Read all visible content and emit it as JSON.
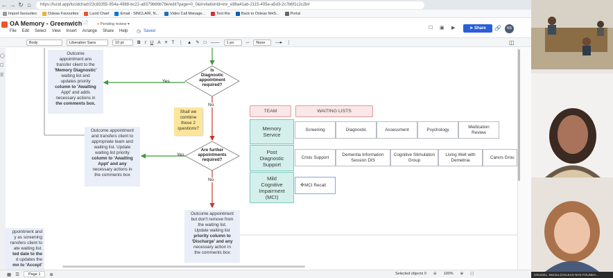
{
  "browser": {
    "url": "https://lucid.app/lucidchart/23c83355-954a-4988-bc22-a8379b66b78e/edit?page=0_0&invitationId=inv_e98a41ab-2115-405e-a5d3-2c7b6f1c2c2b#",
    "bookmarks": [
      "Import favourites",
      "Oxleas Favourites",
      "Lucid Chart",
      "Email - SINCLAIR, N...",
      "Video Call Manage...",
      "Test Rio",
      "Back to Oxleas NHS...",
      "Portal"
    ]
  },
  "app": {
    "title": "OA Memory - Greenwich",
    "status": "Pending review",
    "menu": [
      "File",
      "Edit",
      "Select",
      "View",
      "Insert",
      "Arrange",
      "Share",
      "Help"
    ],
    "saved": "Saved",
    "share_label": "Share",
    "avatar_initials": "NS"
  },
  "toolbar": {
    "style": "Body",
    "font": "Liberation Sans",
    "size": "10 pt",
    "line_width": "1 px",
    "arrow_none": "None"
  },
  "canvas": {
    "note_top": [
      "Outcome",
      "appointment ans",
      "transfer client to the",
      "'Memory Diagnostic'",
      "waiting list and",
      "updates priority",
      "column to 'Awaiting",
      "Appt' and adds",
      "necessary actions in",
      "the comments box."
    ],
    "note_mid": [
      "Outcome appointment",
      "and transfers client to",
      "appropriate team and",
      "waiting list. Update",
      "waiting list priority",
      "column to 'Awaiting",
      "Appt' and any",
      "necessary actions in",
      "the comments box"
    ],
    "note_bottom": [
      "Outcome appointment",
      "but don't remove from",
      "the waiting list.",
      "Update waiting list",
      "priority column to",
      "'Discharge' and any",
      "necessary action in",
      "the comments box"
    ],
    "note_left": [
      "ppointment and",
      "y as screening",
      "ransfers client to",
      "ate waiting list.",
      "ted date to the",
      "d updates the",
      "mn to 'Accept'"
    ],
    "sticky": [
      "Shall we",
      "combine",
      "these 2",
      "questions?"
    ],
    "diamond1": [
      "Is",
      "Diagnostic",
      "appointment",
      "required?"
    ],
    "diamond2": [
      "Are further",
      "appointments",
      "required?"
    ],
    "yes1": "Yes",
    "no1": "No",
    "yes2": "Yes",
    "no2": "No",
    "team_header": "TEAM",
    "waiting_header": "WAITING LISTS",
    "teams": [
      {
        "name": [
          "Memory",
          "Service"
        ],
        "lists": [
          "Screening",
          "Diagnostic",
          "Assessment",
          "Psychology",
          "Medication Review"
        ]
      },
      {
        "name": [
          "Post",
          "Diagnostic",
          "Support"
        ],
        "lists": [
          "Crisis Support",
          "Dementia Information Session DIS",
          "Cognitive Stimulation Group",
          "Living Well with Demetnia",
          "Carers Grou"
        ]
      },
      {
        "name": [
          "Mild",
          "Cognitive",
          "Impairment",
          "(MCI)"
        ],
        "lists": [
          "MCI Recall"
        ]
      }
    ]
  },
  "bottom": {
    "page_tab": "Page 1",
    "selected": "Selected objects",
    "selected_count": "0",
    "zoom": "100%"
  },
  "video": {
    "participant_name": "CRUGEL, Monica (OXLEAS NHS FOUNDA..."
  },
  "colors": {
    "accent": "#2b5fd8",
    "green_arrow": "#3a9a3a",
    "red_arrow": "#c0392b",
    "teal": "#d5f0ec",
    "pink": "#fbe7e7"
  }
}
